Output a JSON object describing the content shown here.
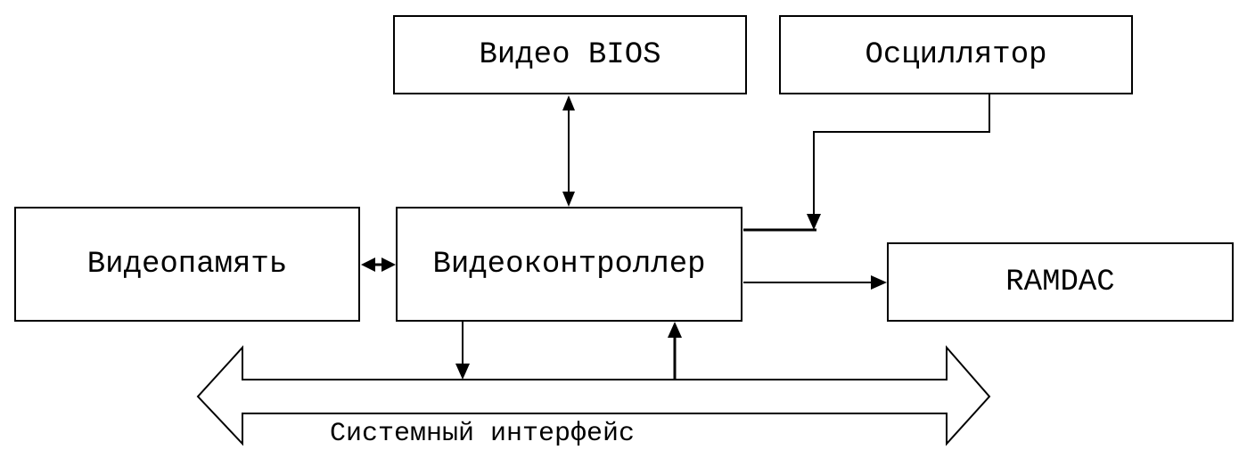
{
  "blocks": {
    "video_bios": "Видео BIOS",
    "oscillator": "Осциллятор",
    "video_memory": "Видеопамять",
    "video_controller": "Видеоконтроллер",
    "ramdac": "RAMDAC"
  },
  "bus": {
    "label": "Системный интерфейс"
  },
  "colors": {
    "line": "#000000",
    "background": "#ffffff"
  }
}
